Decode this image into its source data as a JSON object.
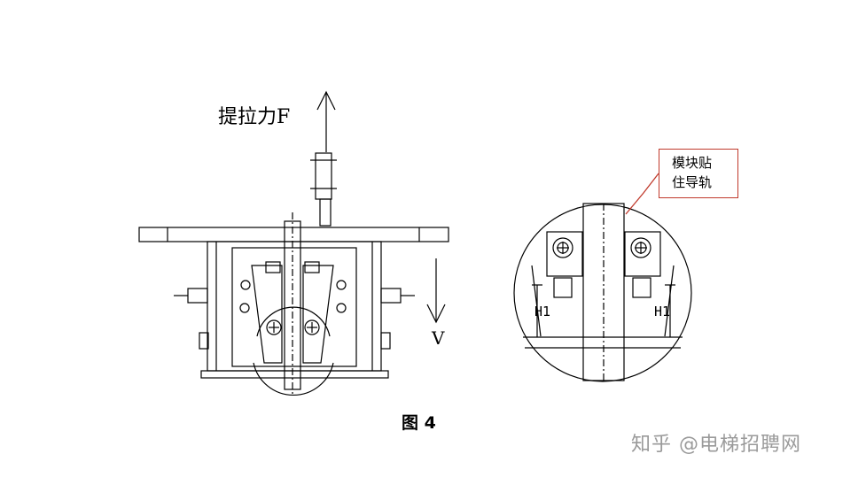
{
  "figure": {
    "force_label": "提拉力F",
    "velocity_label": "V",
    "h1_left": "H1",
    "h1_right": "H1",
    "callout_line1": "模块贴",
    "callout_line2": "住导轨",
    "caption": "图 4"
  },
  "watermark": "知乎 @电梯招聘网",
  "colors": {
    "line": "#000000",
    "callout_border": "#c0392b",
    "watermark": "#9a9a9a"
  }
}
